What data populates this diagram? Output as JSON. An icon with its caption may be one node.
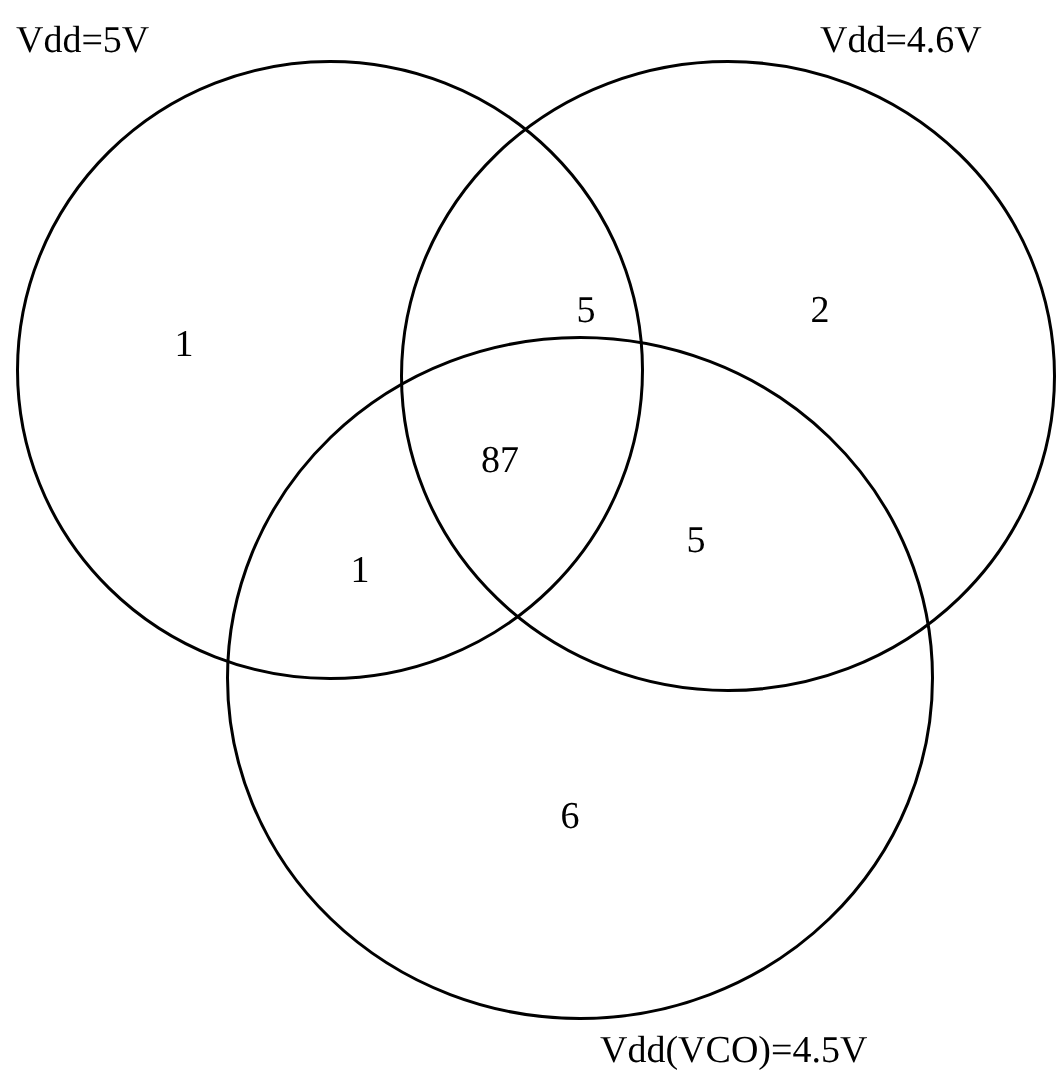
{
  "diagram": {
    "nodes": [
      {
        "text": [
          "Vdd=5V"
        ]
      },
      {
        "text": [
          "Vdd=4.6V"
        ]
      },
      {
        "text": [
          "Vdd(VCO)=4.5V"
        ]
      }
    ],
    "labels": [
      "1",
      "5",
      "2",
      "87",
      "1",
      "5",
      "6"
    ]
  }
}
